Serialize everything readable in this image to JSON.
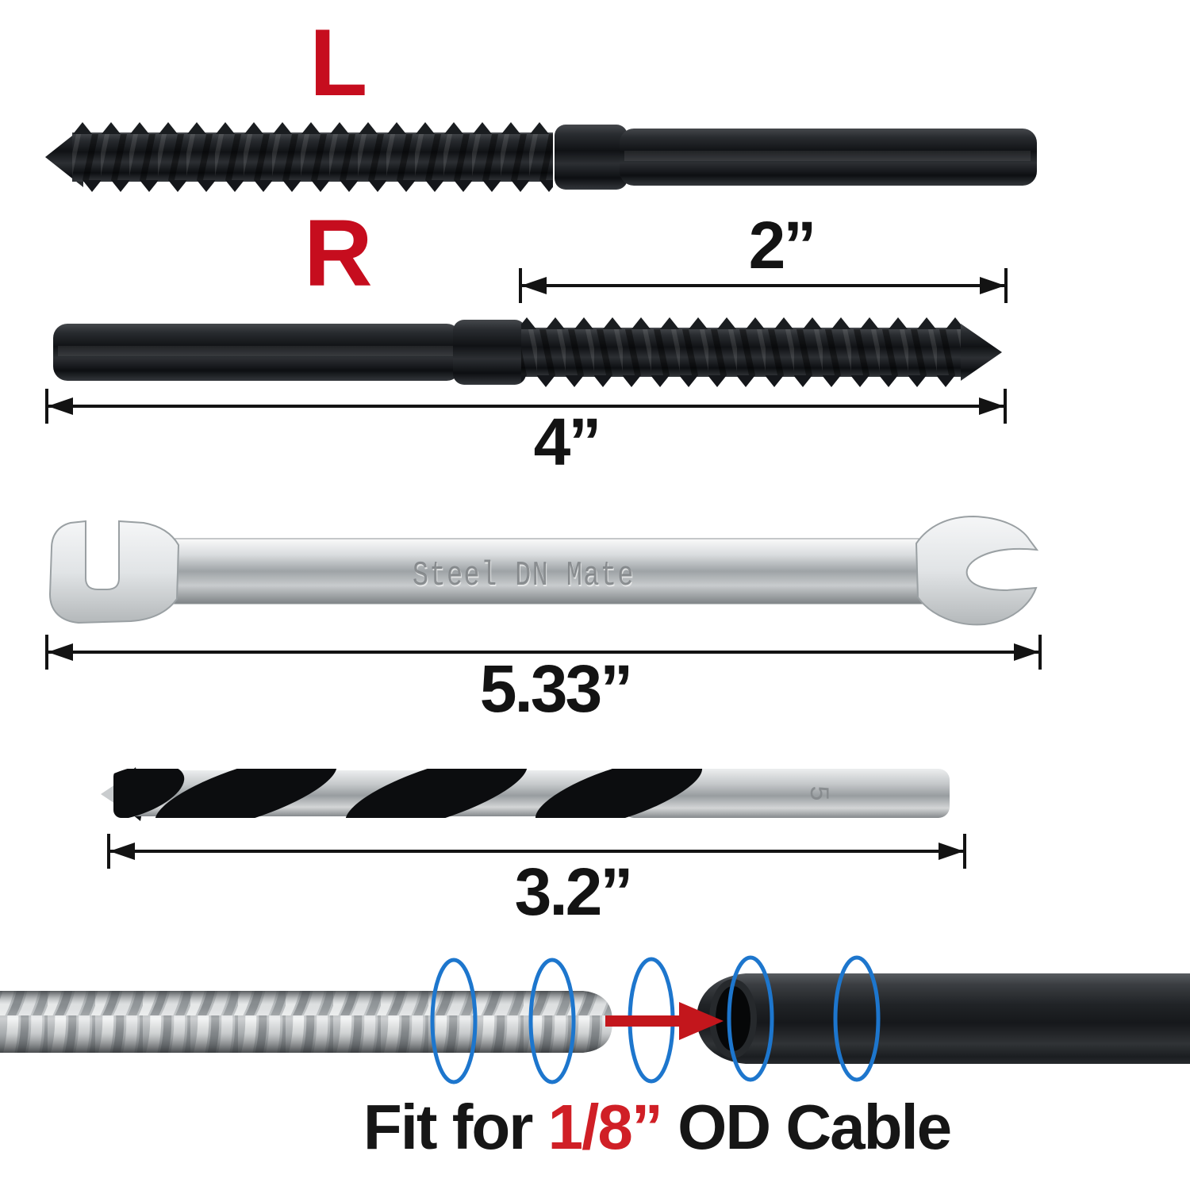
{
  "labels": {
    "left_stud": "L",
    "right_stud": "R"
  },
  "dimensions": {
    "thread_length": "2”",
    "stud_length": "4”",
    "wrench_length": "5.33”",
    "drill_length": "3.2”"
  },
  "wrench": {
    "engraving": "Steel DN Mate"
  },
  "drill": {
    "size_mark": "5"
  },
  "caption": {
    "prefix": "Fit for ",
    "size": "1/8”",
    "suffix": " OD Cable"
  },
  "colors": {
    "label_red": "#c60d1e",
    "caption_red": "#d01f26",
    "dimension_black": "#131313",
    "ellipse_blue": "#1d76cd",
    "arrow_red": "#c3161c"
  }
}
